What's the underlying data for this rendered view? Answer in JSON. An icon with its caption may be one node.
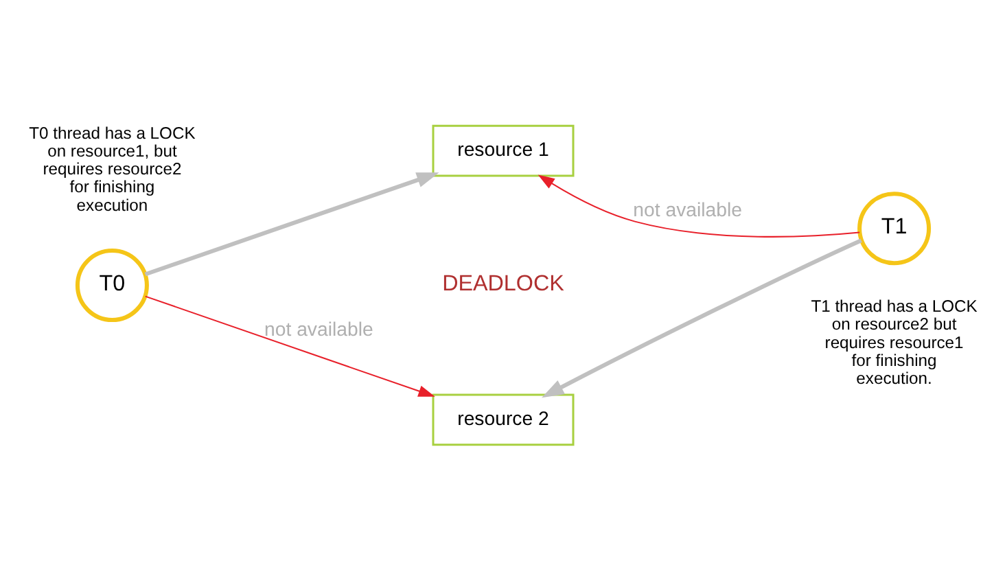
{
  "diagram": {
    "nodes": [
      {
        "text": [
          "T0"
        ],
        "beside": [
          "T0 thread has a LOCK on resource1, but requires resource2 for finishing execution"
        ]
      },
      {
        "text": [
          "resource 1"
        ]
      },
      {
        "text": [
          "T1"
        ],
        "beside": [
          "T1 thread has a LOCK on resource2 but requires resource1 for finishing execution."
        ]
      },
      {
        "text": [
          "resource 2"
        ]
      }
    ],
    "edges": [
      {
        "from": 0,
        "to": 1,
        "arrow": "to",
        "style": "thick"
      },
      {
        "from": 2,
        "to": 1,
        "arrow": "to",
        "label": "not available",
        "color": "#e8202a"
      },
      {
        "from": 0,
        "to": 3,
        "arrow": "to",
        "label": "not available",
        "color": "#e8202a"
      },
      {
        "from": 2,
        "to": 3,
        "arrow": "to",
        "style": "thick"
      }
    ],
    "labels": [
      "DEADLOCK"
    ]
  }
}
